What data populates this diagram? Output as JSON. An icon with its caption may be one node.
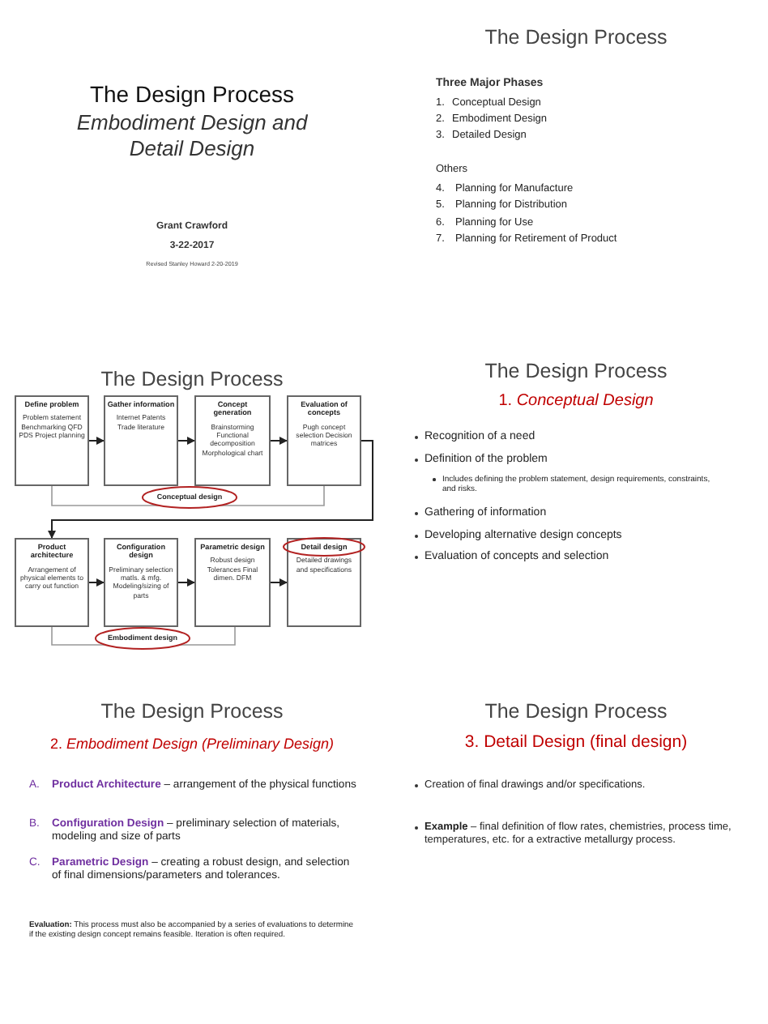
{
  "diagram": {
    "nodes": [
      {
        "text": [
          "Define problem",
          "Problem statement Benchmarking QFD PDS Project planning"
        ]
      },
      {
        "text": [
          "Gather information",
          "Internet Patents Trade literature"
        ]
      },
      {
        "text": [
          "Concept generation",
          "Brainstorming Functional decomposition Morphological chart"
        ]
      },
      {
        "text": [
          "Evaluation of concepts",
          "Pugh concept selection Decision matrices"
        ]
      },
      {
        "text": [
          "Product architecture",
          "Arrangement of physical elements to carry out function"
        ]
      },
      {
        "text": [
          "Configuration design",
          "Preliminary selection matls. & mfg. Modeling/sizing of parts"
        ]
      },
      {
        "text": [
          "Parametric design",
          "Robust design Tolerances Final dimen. DFM"
        ]
      },
      {
        "text": [
          "Detail design",
          "Detailed drawings and specifications"
        ]
      }
    ],
    "edges": [
      {
        "from": 0,
        "to": 1,
        "arrow": "to"
      },
      {
        "from": 1,
        "to": 2,
        "arrow": "to"
      },
      {
        "from": 2,
        "to": 3,
        "arrow": "to"
      },
      {
        "from": 3,
        "to": 4,
        "arrow": "to"
      },
      {
        "from": 4,
        "to": 5,
        "arrow": "to"
      },
      {
        "from": 5,
        "to": 6,
        "arrow": "to"
      },
      {
        "from": 6,
        "to": 7,
        "arrow": "to"
      }
    ],
    "labels": [
      "The Design Process",
      "Embodiment Design and Detail Design",
      "Grant Crawford",
      "3-22-2017",
      "Revised Stanley Howard 2-20-2019",
      "The Design Process",
      "Three Major Phases",
      "1.",
      "Conceptual Design",
      "2.",
      "Embodiment Design",
      "3.",
      "Detailed Design",
      "Others",
      "4.",
      "Planning for Manufacture",
      "5.",
      "Planning for Distribution",
      "6.",
      "Planning for Use",
      "7.",
      "Planning for Retirement of Product",
      "The Design Process",
      "Conceptual design",
      "Embodiment design",
      "The Design Process",
      "1. *Conceptual Design*",
      "Recognition of a need",
      "Definition of the problem",
      "Includes defining the problem statement, design requirements, constraints, and risks.",
      "Gathering of information",
      "Developing alternative design concepts",
      "Evaluation of concepts and selection",
      "The Design Process",
      "2. *Embodiment Design (Preliminary Design)*",
      "A.",
      "**Product Architecture** – arrangement of the physical functions",
      "B.",
      "**Configuration Design** – preliminary selection of materials, modeling and size of parts",
      "C.",
      "**Parametric Design** – creating a robust design, and selection of final dimensions/parameters and tolerances.",
      "**Evaluation:** This process must also be accompanied by a series of evaluations to determine if the existing design concept remains feasible. Iteration is often required.",
      "The Design Process",
      "3. Detail Design (final design)",
      "Creation of final drawings and/or specifications.",
      "**Example** – final definition of flow rates, chemistries, process time, temperatures, etc. for a extractive metallurgy process."
    ]
  }
}
